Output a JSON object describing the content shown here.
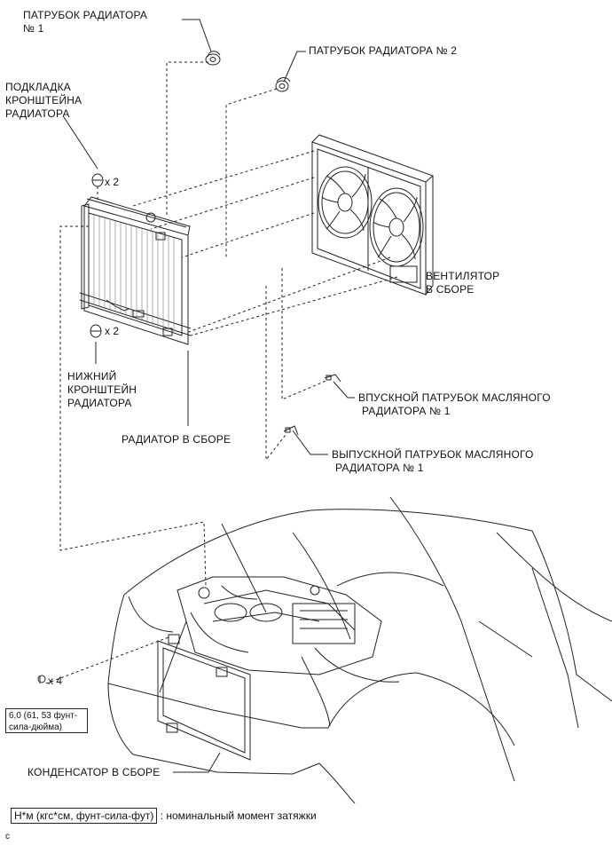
{
  "labels": {
    "hose1": [
      "ПАТРУБОК РАДИАТОРА",
      "№ 1"
    ],
    "hose2": "ПАТРУБОК РАДИАТОРА № 2",
    "upper_support_cushion": [
      "ПОДКЛАДКА",
      "КРОНШТЕЙНА",
      "РАДИАТОРА"
    ],
    "fan_assembly": [
      "ВЕНТИЛЯТОР",
      "В СБОРЕ"
    ],
    "lower_support": [
      "НИЖНИЙ",
      "КРОНШТЕЙН",
      "РАДИАТОРА"
    ],
    "oil_cooler_inlet": [
      "ВПУСКНОЙ ПАТРУБОК МАСЛЯНОГО",
      "РАДИАТОРА № 1"
    ],
    "radiator_assembly": "РАДИАТОР В СБОРЕ",
    "oil_cooler_outlet": [
      "ВЫПУСКНОЙ ПАТРУБОК МАСЛЯНОГО",
      "РАДИАТОРА № 1"
    ],
    "condenser_assembly": "КОНДЕНСАТОР В СБОРЕ"
  },
  "quantities": {
    "upper_cushion": "x 2",
    "lower_support": "x 2",
    "bolt": "x 4"
  },
  "torque": [
    "6,0 (61, 53 фунт-",
    "сила-дюйма)"
  ],
  "legend": {
    "unit": "Н*м (кгс*см, фунт-сила-фут)",
    "description": ": номинальный момент затяжки"
  },
  "corner_mark": "c"
}
